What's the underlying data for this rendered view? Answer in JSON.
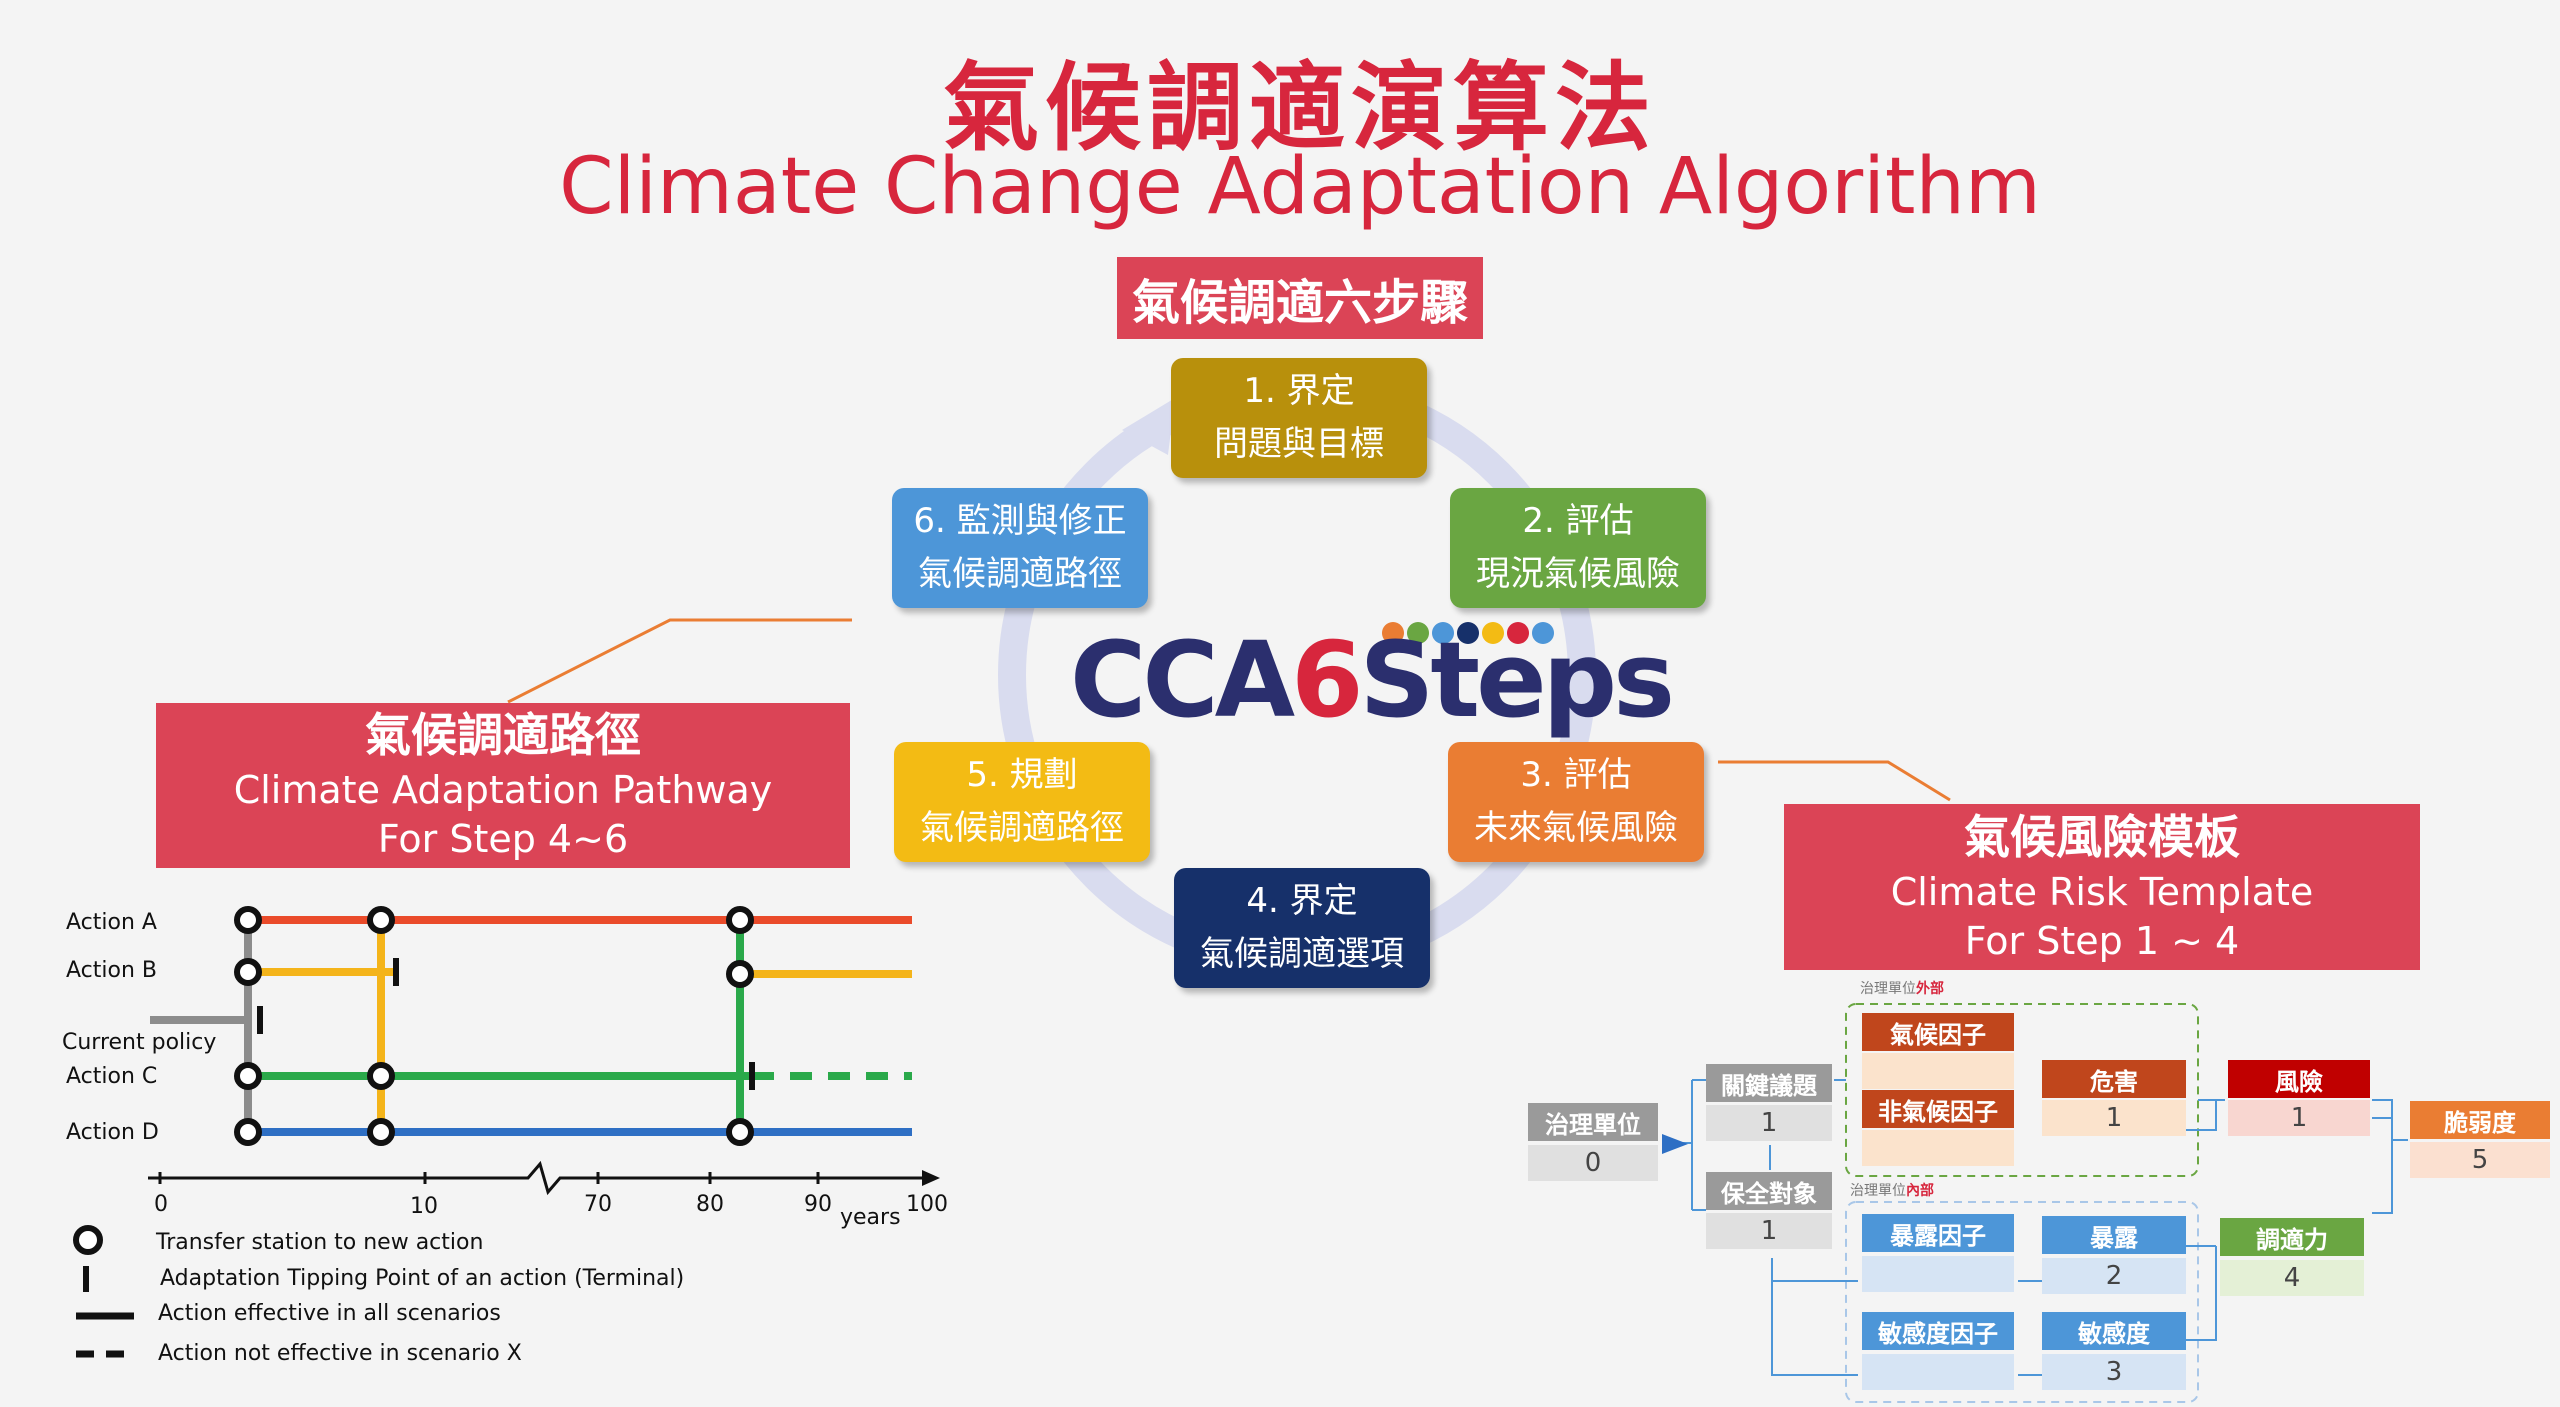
{
  "header": {
    "title_zh": "氣候調適演算法",
    "title_en": "Climate Change Adaptation Algorithm",
    "six_steps": "氣候調適六步驟"
  },
  "steps": [
    {
      "num": "1. 界定",
      "text": "問題與目標",
      "color": "#b8900c"
    },
    {
      "num": "2. 評估",
      "text": "現況氣候風險",
      "color": "#6aa642"
    },
    {
      "num": "3. 評估",
      "text": "未來氣候風險",
      "color": "#ea7d33"
    },
    {
      "num": "4. 界定",
      "text": "氣候調適選項",
      "color": "#16306a"
    },
    {
      "num": "5. 規劃",
      "text": "氣候調適路徑",
      "color": "#f3bb14"
    },
    {
      "num": "6. 監測與修正",
      "text": "氣候調適路徑",
      "color": "#4d96d8"
    }
  ],
  "logo": {
    "cca": "CCA",
    "six": "6",
    "steps": "Steps",
    "dot_colors": [
      "#ea7d33",
      "#6aa642",
      "#4d96d8",
      "#16306a",
      "#f3bb14",
      "#d7263d",
      "#4d96d8"
    ]
  },
  "pathway": {
    "title_zh": "氣候調適路徑",
    "title_en": "Climate Adaptation Pathway",
    "subtitle": "For Step 4~6",
    "actions": [
      "Action A",
      "Action B",
      "Current policy",
      "Action C",
      "Action D"
    ],
    "colors": {
      "a": "#ea4b2a",
      "b": "#f4b41a",
      "c": "#2aa94a",
      "d": "#2e6fc4",
      "policy": "#8c8c8c"
    },
    "ticks": [
      "0",
      "10",
      "70",
      "80",
      "90",
      "100"
    ],
    "axis_unit": "years",
    "legend": [
      "Transfer station to new action",
      "Adaptation Tipping Point of an action (Terminal)",
      "Action effective in all scenarios",
      "Action not effective in scenario X"
    ]
  },
  "risk": {
    "title_zh": "氣候風險模板",
    "title_en": "Climate Risk Template",
    "subtitle": "For Step 1 ~ 4",
    "outer_label": {
      "prefix": "治理單位",
      "suffix": "外部"
    },
    "inner_label": {
      "prefix": "治理單位",
      "suffix": "內部"
    },
    "unit": {
      "label": "治理單位",
      "value": "0"
    },
    "key_issue": {
      "label": "關鍵議題",
      "value": "1"
    },
    "protect": {
      "label": "保全對象",
      "value": "1"
    },
    "climate_factor": "氣候因子",
    "nonclimate_factor": "非氣候因子",
    "hazard": {
      "label": "危害",
      "value": "1"
    },
    "risk_box": {
      "label": "風險",
      "value": "1"
    },
    "vulnerability": {
      "label": "脆弱度",
      "value": "5"
    },
    "exposure_factor": "暴露因子",
    "exposure": {
      "label": "暴露",
      "value": "2"
    },
    "adaptive": {
      "label": "調適力",
      "value": "4"
    },
    "sensitivity_factor": "敏感度因子",
    "sensitivity": {
      "label": "敏感度",
      "value": "3"
    }
  }
}
